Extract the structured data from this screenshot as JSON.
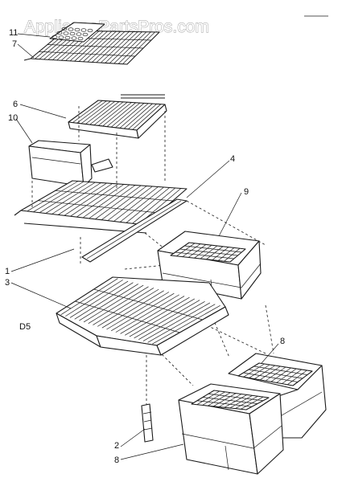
{
  "watermark": "AppliancePartsPros.com",
  "section_label": "D5",
  "callouts": {
    "c11": "11",
    "c7": "7",
    "c6": "6",
    "c10": "10",
    "c4": "4",
    "c9": "9",
    "c1": "1",
    "c3": "3",
    "c8a": "8",
    "c2": "2",
    "c8b": "8"
  }
}
